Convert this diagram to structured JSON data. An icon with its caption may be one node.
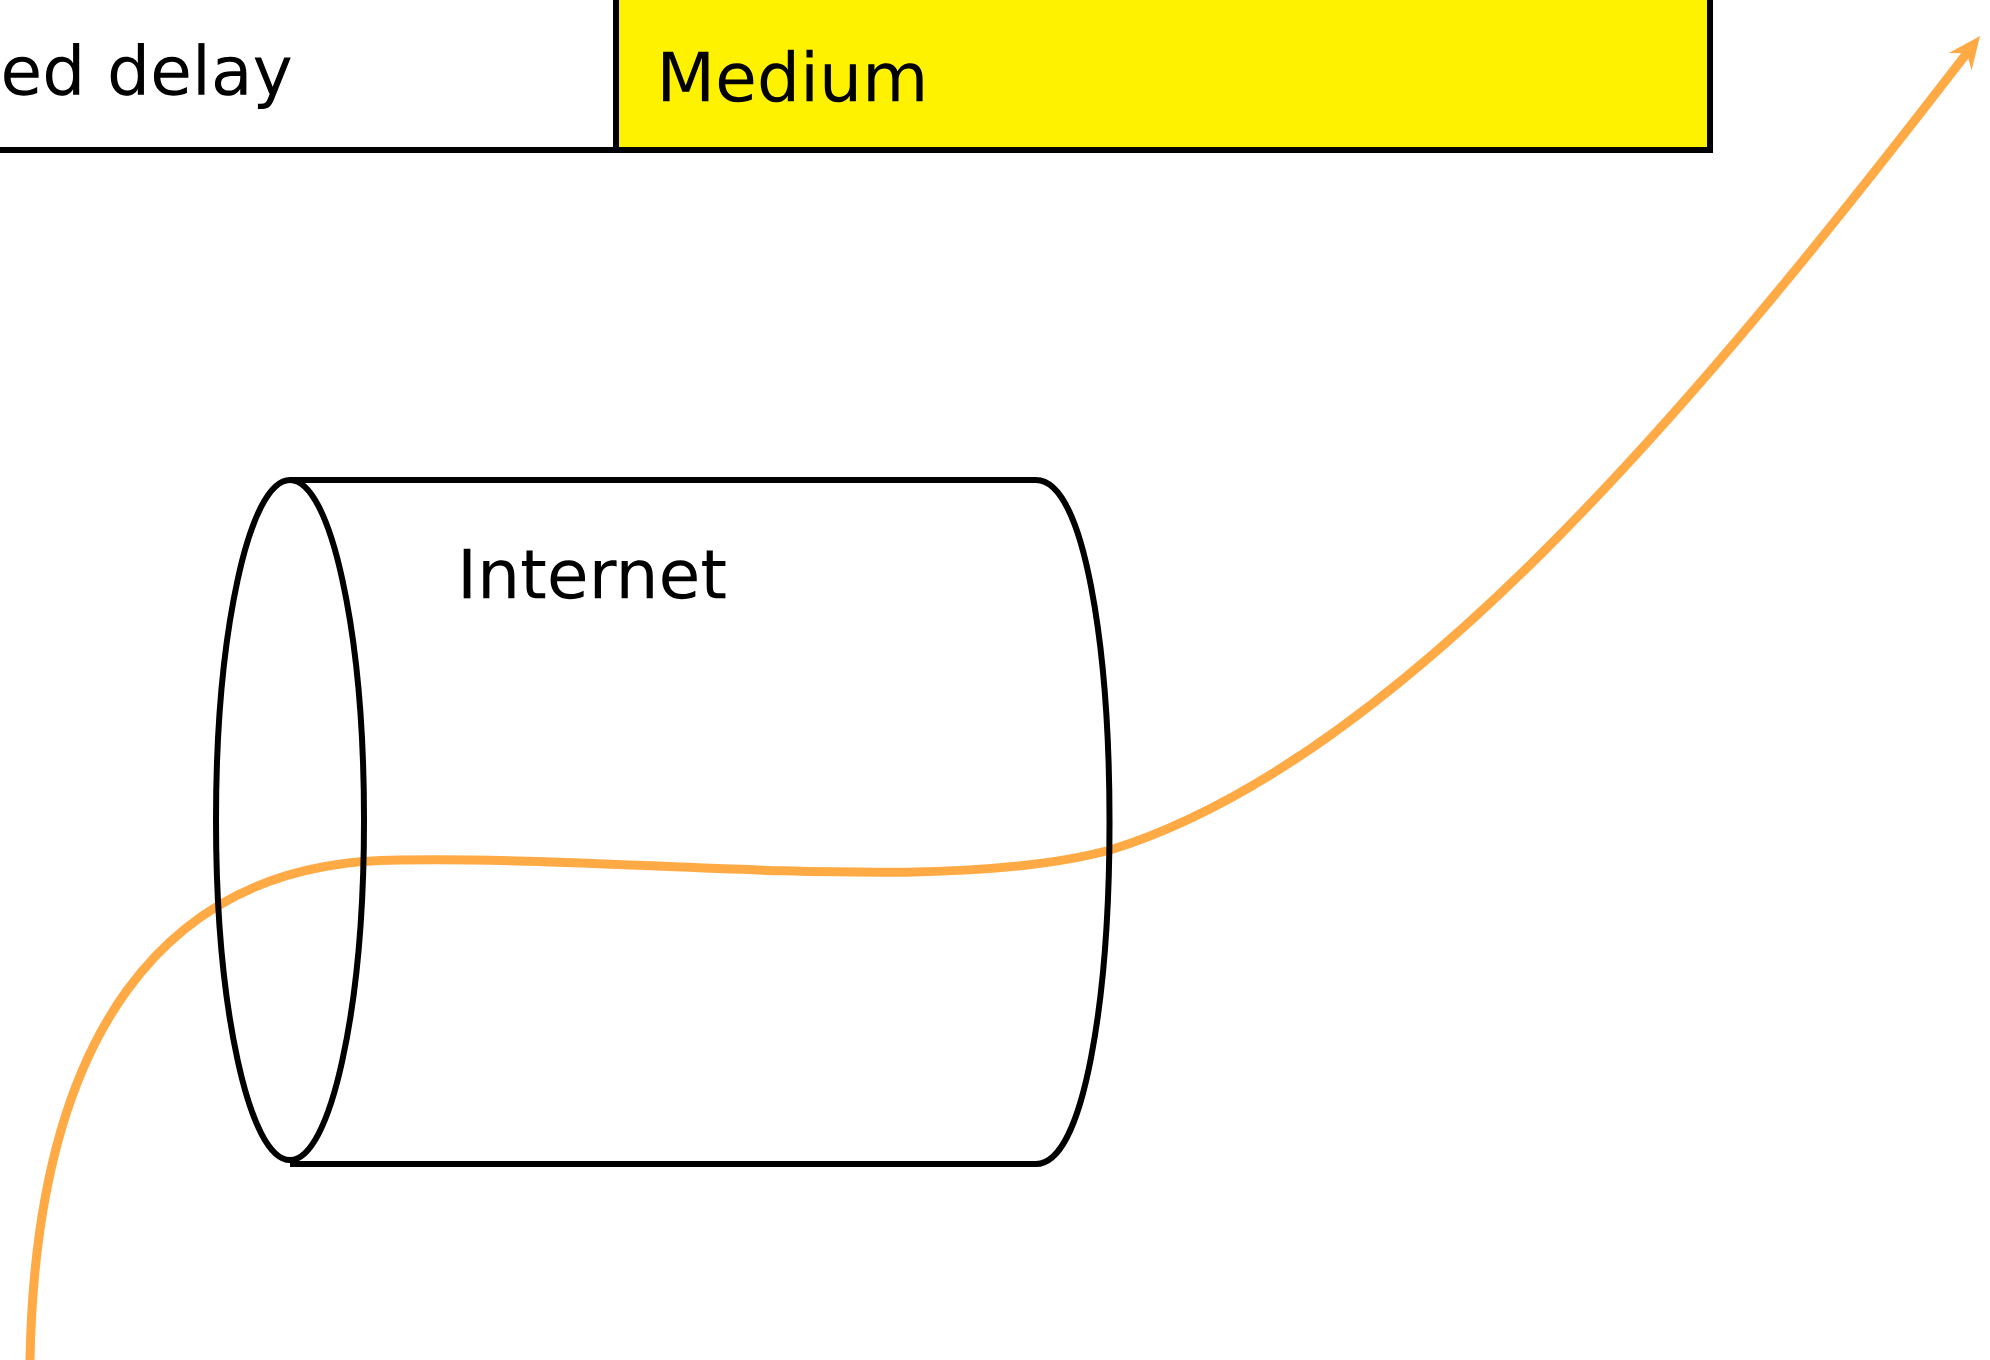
{
  "diagram": {
    "nodes": [
      {
        "text": [
          "Internet"
        ]
      }
    ],
    "labels": [
      "ed delay",
      "Medium"
    ]
  }
}
